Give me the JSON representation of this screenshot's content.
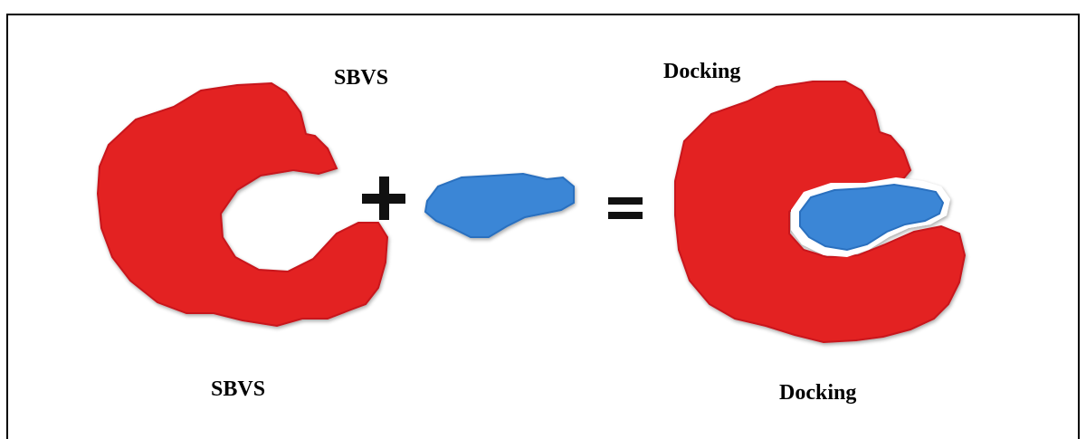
{
  "labels": {
    "top_left": "SBVS",
    "top_right": "Docking",
    "bottom_left": "SBVS",
    "bottom_right": "Docking"
  },
  "colors": {
    "receptor": "#e32124",
    "ligand": "#3a86d6",
    "operator": "#111111",
    "frame": "#000000"
  },
  "icons": {
    "receptor": "receptor-protein-icon",
    "ligand": "ligand-molecule-icon",
    "plus": "plus-icon",
    "equals": "equals-icon",
    "complex": "receptor-ligand-complex-icon"
  }
}
